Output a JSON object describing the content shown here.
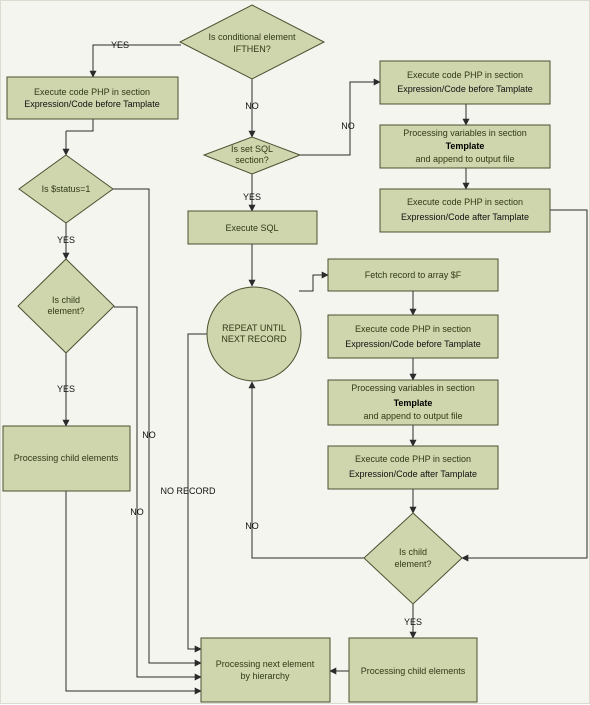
{
  "nodes": {
    "d_ifthen": {
      "l1": "Is conditional element",
      "l2": "IFTHEN?"
    },
    "exec_before_left": {
      "l1": "Execute code PHP in section",
      "l2": "Expression/Code before Tamplate"
    },
    "d_sql": {
      "l1": "Is set SQL",
      "l2": "section?"
    },
    "exec_before_right": {
      "l1": "Execute code PHP in section",
      "l2": "Expression/Code before Tamplate"
    },
    "proc_vars_right": {
      "l1": "Processing variables in section",
      "l2": "Template",
      "l3": "and append to output file"
    },
    "exec_after_right": {
      "l1": "Execute code PHP in section",
      "l2": "Expression/Code after Tamplate"
    },
    "d_status": {
      "l1": "Is  $status=1"
    },
    "exec_sql": {
      "l1": "Execute SQL"
    },
    "fetch": {
      "l1": "Fetch record to array $F"
    },
    "repeat": {
      "l1": "REPEAT UNTIL",
      "l2": "NEXT RECORD"
    },
    "exec_before_mid": {
      "l1": "Execute code PHP in section",
      "l2": "Expression/Code before Tamplate"
    },
    "d_child_left": {
      "l1": "Is child",
      "l2": "element?"
    },
    "proc_vars_mid": {
      "l1": "Processing variables in section",
      "l2": "Template",
      "l3": "and append to output file"
    },
    "proc_child_left": {
      "l1": "Processing child elements"
    },
    "exec_after_mid": {
      "l1": "Execute code PHP in section",
      "l2": "Expression/Code after Tamplate"
    },
    "d_child_right": {
      "l1": "Is child",
      "l2": "element?"
    },
    "proc_next": {
      "l1": "Processing next element",
      "l2": "by hierarchy"
    },
    "proc_child_right": {
      "l1": "Processing child elements"
    }
  },
  "edge_labels": {
    "yes_ifthen": "YES",
    "no_ifthen": "NO",
    "no_sql": "NO",
    "yes_sql": "YES",
    "yes_status": "YES",
    "yes_child_left": "YES",
    "no_status": "NO",
    "no_child_left": "NO",
    "no_record": "NO RECORD",
    "no_child_right": "NO",
    "yes_child_right": "YES"
  }
}
